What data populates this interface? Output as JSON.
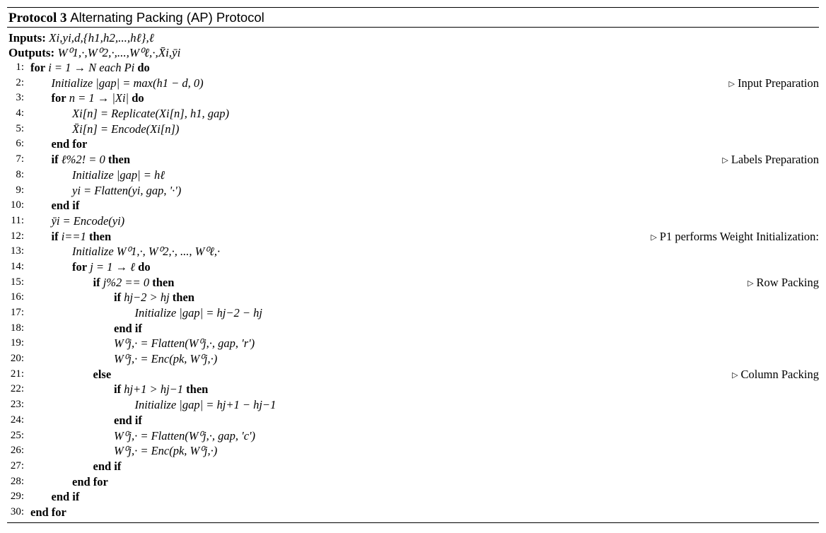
{
  "caption": {
    "label": "Protocol 3",
    "title": "Alternating Packing (AP) Protocol"
  },
  "inputs": {
    "label": "Inputs:",
    "value": "Xi,yi,d,{h1,h2,...,hℓ},ℓ"
  },
  "outputs": {
    "label": "Outputs:",
    "value": "W⁰1,·,W⁰2,·,...,W⁰ℓ,·,X̄i,ȳi"
  },
  "lines": [
    {
      "n": "1:",
      "indent": 0,
      "kw1": "for",
      "expr": "i = 1 → N each Pi",
      "kw2": "do",
      "comment": ""
    },
    {
      "n": "2:",
      "indent": 1,
      "kw1": "",
      "expr": "Initialize |gap| = max(h1 − d, 0)",
      "kw2": "",
      "comment": "Input Preparation"
    },
    {
      "n": "3:",
      "indent": 1,
      "kw1": "for",
      "expr": "n = 1 → |Xi|",
      "kw2": "do",
      "comment": ""
    },
    {
      "n": "4:",
      "indent": 2,
      "kw1": "",
      "expr": "Xi[n] = Replicate(Xi[n], h1, gap)",
      "kw2": "",
      "comment": ""
    },
    {
      "n": "5:",
      "indent": 2,
      "kw1": "",
      "expr": "X̄i[n] = Encode(Xi[n])",
      "kw2": "",
      "comment": ""
    },
    {
      "n": "6:",
      "indent": 1,
      "kw1": "end for",
      "expr": "",
      "kw2": "",
      "comment": ""
    },
    {
      "n": "7:",
      "indent": 1,
      "kw1": "if",
      "expr": "ℓ%2! = 0",
      "kw2": "then",
      "comment": "Labels Preparation"
    },
    {
      "n": "8:",
      "indent": 2,
      "kw1": "",
      "expr": "Initialize |gap| = hℓ",
      "kw2": "",
      "comment": ""
    },
    {
      "n": "9:",
      "indent": 2,
      "kw1": "",
      "expr": "yi = Flatten(yi, gap, '·')",
      "kw2": "",
      "comment": ""
    },
    {
      "n": "10:",
      "indent": 1,
      "kw1": "end if",
      "expr": "",
      "kw2": "",
      "comment": ""
    },
    {
      "n": "11:",
      "indent": 1,
      "kw1": "",
      "expr": "ȳi = Encode(yi)",
      "kw2": "",
      "comment": ""
    },
    {
      "n": "12:",
      "indent": 1,
      "kw1": "if",
      "expr": "i==1",
      "kw2": "then",
      "comment": "P1 performs Weight Initialization:"
    },
    {
      "n": "13:",
      "indent": 2,
      "kw1": "",
      "expr": "Initialize W⁰1,·, W⁰2,·, ..., W⁰ℓ,·",
      "kw2": "",
      "comment": ""
    },
    {
      "n": "14:",
      "indent": 2,
      "kw1": "for",
      "expr": "j = 1 → ℓ",
      "kw2": "do",
      "comment": ""
    },
    {
      "n": "15:",
      "indent": 3,
      "kw1": "if",
      "expr": "j%2 == 0",
      "kw2": "then",
      "comment": "Row Packing"
    },
    {
      "n": "16:",
      "indent": 4,
      "kw1": "if",
      "expr": "hj−2 > hj",
      "kw2": "then",
      "comment": ""
    },
    {
      "n": "17:",
      "indent": 5,
      "kw1": "",
      "expr": "Initialize |gap| = hj−2 − hj",
      "kw2": "",
      "comment": ""
    },
    {
      "n": "18:",
      "indent": 4,
      "kw1": "end if",
      "expr": "",
      "kw2": "",
      "comment": ""
    },
    {
      "n": "19:",
      "indent": 4,
      "kw1": "",
      "expr": "W⁰j,· = Flatten(W⁰j,·, gap, 'r')",
      "kw2": "",
      "comment": ""
    },
    {
      "n": "20:",
      "indent": 4,
      "kw1": "",
      "expr": "W⁰j,· = Enc(pk, W⁰j,·)",
      "kw2": "",
      "comment": ""
    },
    {
      "n": "21:",
      "indent": 3,
      "kw1": "else",
      "expr": "",
      "kw2": "",
      "comment": "Column Packing"
    },
    {
      "n": "22:",
      "indent": 4,
      "kw1": "if",
      "expr": "hj+1 > hj−1",
      "kw2": "then",
      "comment": ""
    },
    {
      "n": "23:",
      "indent": 5,
      "kw1": "",
      "expr": "Initialize |gap| = hj+1 − hj−1",
      "kw2": "",
      "comment": ""
    },
    {
      "n": "24:",
      "indent": 4,
      "kw1": "end if",
      "expr": "",
      "kw2": "",
      "comment": ""
    },
    {
      "n": "25:",
      "indent": 4,
      "kw1": "",
      "expr": "W⁰j,· = Flatten(W⁰j,·, gap, 'c')",
      "kw2": "",
      "comment": ""
    },
    {
      "n": "26:",
      "indent": 4,
      "kw1": "",
      "expr": "W⁰j,· = Enc(pk, W⁰j,·)",
      "kw2": "",
      "comment": ""
    },
    {
      "n": "27:",
      "indent": 3,
      "kw1": "end if",
      "expr": "",
      "kw2": "",
      "comment": ""
    },
    {
      "n": "28:",
      "indent": 2,
      "kw1": "end for",
      "expr": "",
      "kw2": "",
      "comment": ""
    },
    {
      "n": "29:",
      "indent": 1,
      "kw1": "end if",
      "expr": "",
      "kw2": "",
      "comment": ""
    },
    {
      "n": "30:",
      "indent": 0,
      "kw1": "end for",
      "expr": "",
      "kw2": "",
      "comment": ""
    }
  ]
}
